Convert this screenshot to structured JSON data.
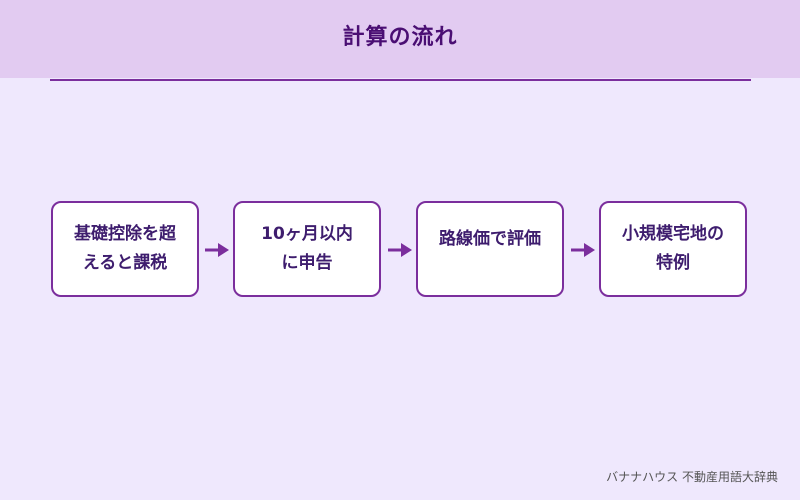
{
  "title": "計算の流れ",
  "steps": [
    {
      "label": "基礎控除を超\nえると課税"
    },
    {
      "label": "10ヶ月以内\nに申告"
    },
    {
      "label": "路線価で評価"
    },
    {
      "label": "小規模宅地の\n特例"
    }
  ],
  "credit": "バナナハウス 不動産用語大辞典",
  "colors": {
    "header_background": "#e2cbf1",
    "page_background": "#efe8fd",
    "accent": "#7b2e9d",
    "title_text": "#4a0e73",
    "step_text": "#3e1d6e"
  },
  "icons": {
    "connector": "arrow-right-icon"
  }
}
